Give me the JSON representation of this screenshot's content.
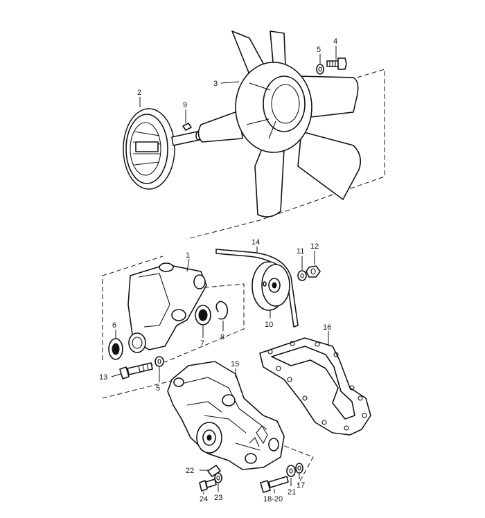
{
  "callouts": {
    "c1": "1",
    "c2": "2",
    "c3": "3",
    "c4": "4",
    "c5a": "5",
    "c5b": "5",
    "c6": "6",
    "c7": "7",
    "c8": "8",
    "c9": "9",
    "c10": "10",
    "c11": "11",
    "c12": "12",
    "c13": "13",
    "c14": "14",
    "c15": "15",
    "c16": "16",
    "c17": "17",
    "c18": "18-20",
    "c21": "21",
    "c22": "22",
    "c23": "23",
    "c24": "24"
  }
}
